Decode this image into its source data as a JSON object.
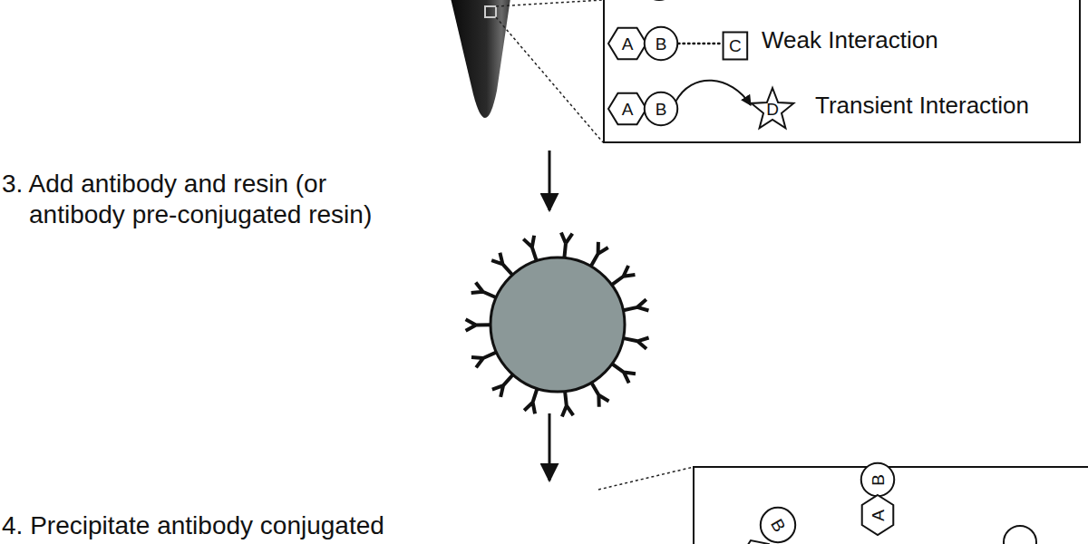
{
  "diagram": {
    "nodes": [
      {
        "text": [
          "Weak Interaction",
          "Transient Interaction"
        ]
      },
      {
        "text": [
          "A"
        ],
        "in": 0
      },
      {
        "text": [
          "B"
        ],
        "in": 0
      },
      {
        "text": [
          "C"
        ],
        "in": 0
      },
      {
        "text": [
          "A"
        ],
        "in": 0
      },
      {
        "text": [
          "B"
        ],
        "in": 0
      },
      {
        "text": [
          "D"
        ],
        "in": 0
      },
      {
        "text": [
          "B"
        ]
      },
      {
        "text": [
          "B"
        ]
      },
      {
        "text": [
          "A"
        ]
      }
    ],
    "edges": [
      {
        "from": 2,
        "to": 3,
        "arrow": "none"
      },
      {
        "from": 5,
        "to": 6,
        "arrow": "to"
      }
    ],
    "labels": [
      "3. Add antibody and resin (or antibody pre-conjugated resin)",
      "4. Precipitate antibody conjugated"
    ]
  }
}
